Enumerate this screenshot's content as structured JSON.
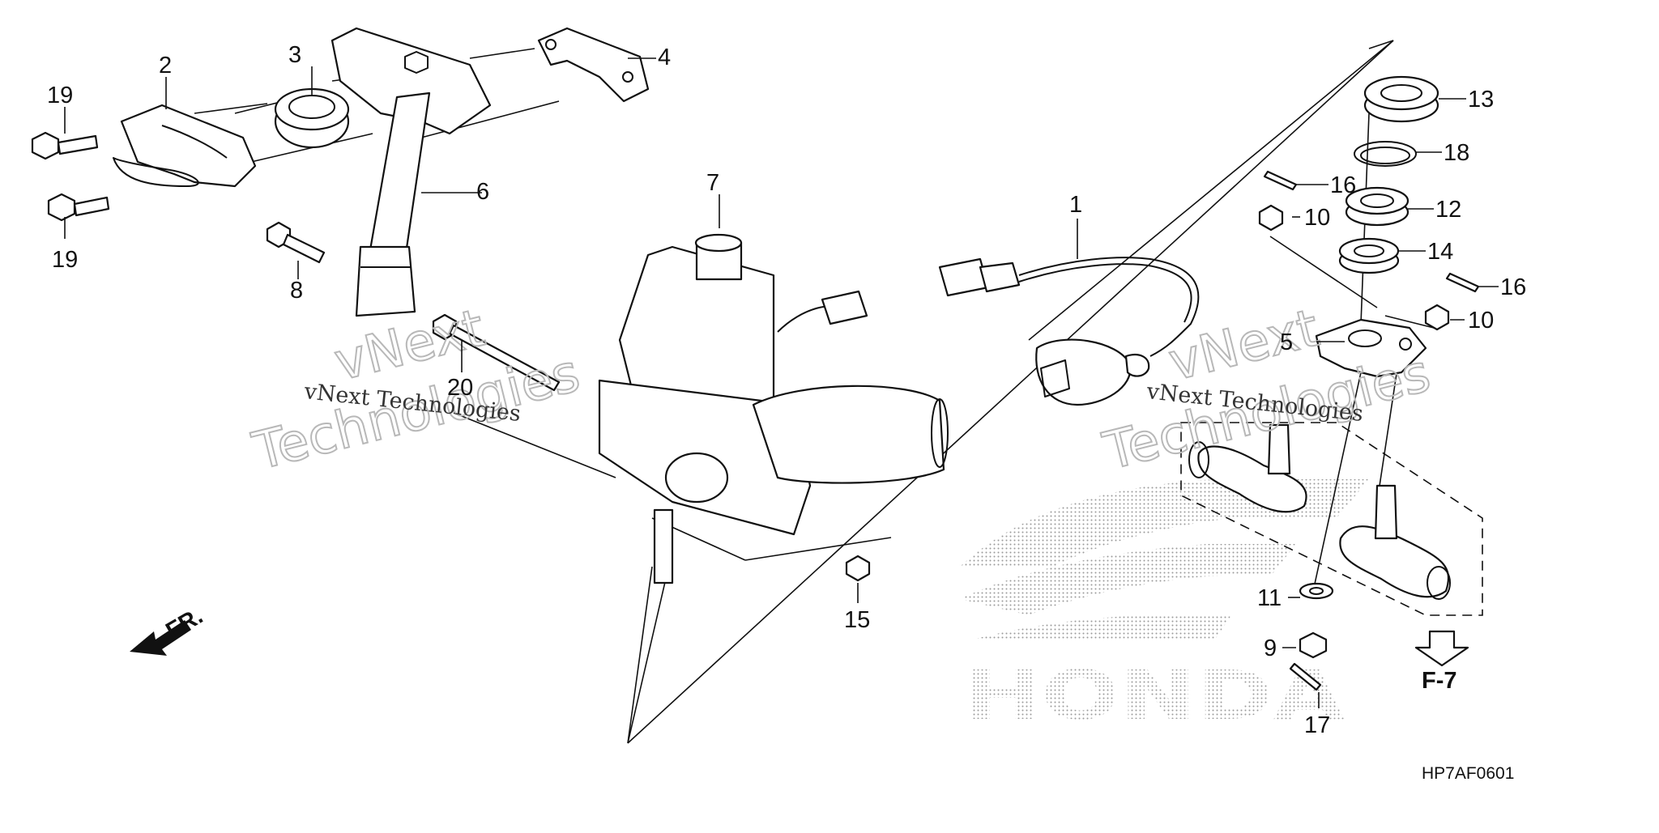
{
  "diagram": {
    "code": "HP7AF0601",
    "callout_labels": [
      "1",
      "2",
      "3",
      "4",
      "5",
      "6",
      "7",
      "8",
      "9",
      "10",
      "10",
      "11",
      "12",
      "13",
      "14",
      "15",
      "16",
      "16",
      "17",
      "18",
      "19",
      "19",
      "20"
    ],
    "front_label": "FR.",
    "reference_label": "F-7",
    "watermark": {
      "line1": "vNext",
      "line2": "vNext Technologies",
      "line3": "Technologies"
    },
    "brand_text": "HONDA"
  }
}
